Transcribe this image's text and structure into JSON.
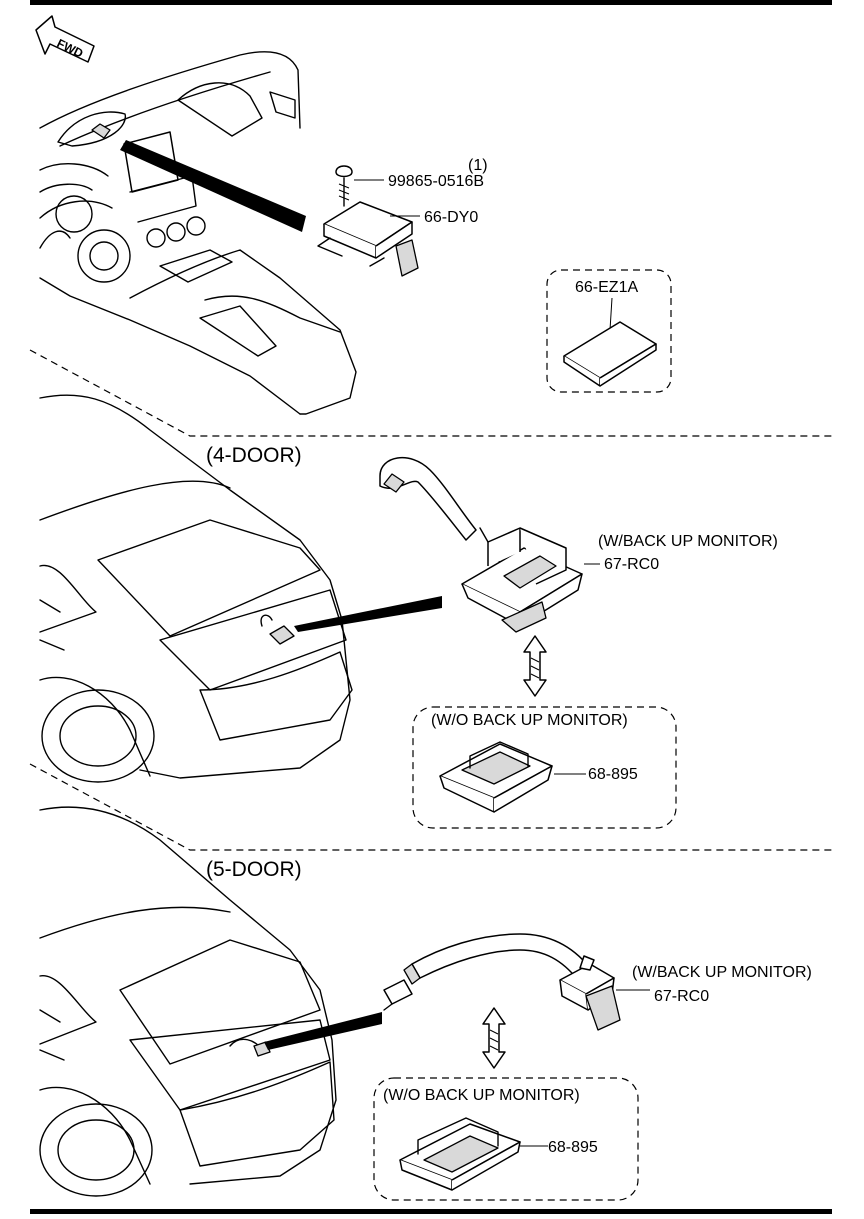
{
  "orientation": {
    "fwd": "FWD"
  },
  "sections": {
    "four_door": {
      "title": "(4-DOOR)"
    },
    "five_door": {
      "title": "(5-DOOR)"
    }
  },
  "parts": {
    "screw": {
      "quantity": "(1)",
      "number": "99865-0516B"
    },
    "module": {
      "number": "66-DY0"
    },
    "sd_card": {
      "number": "66-EZ1A"
    },
    "camera_4door": {
      "condition": "(W/BACK UP MONITOR)",
      "number": "67-RC0"
    },
    "cover_4door": {
      "condition": "(W/O BACK UP MONITOR)",
      "number": "68-895"
    },
    "camera_5door": {
      "condition": "(W/BACK UP MONITOR)",
      "number": "67-RC0"
    },
    "cover_5door": {
      "condition": "(W/O BACK UP MONITOR)",
      "number": "68-895"
    }
  }
}
